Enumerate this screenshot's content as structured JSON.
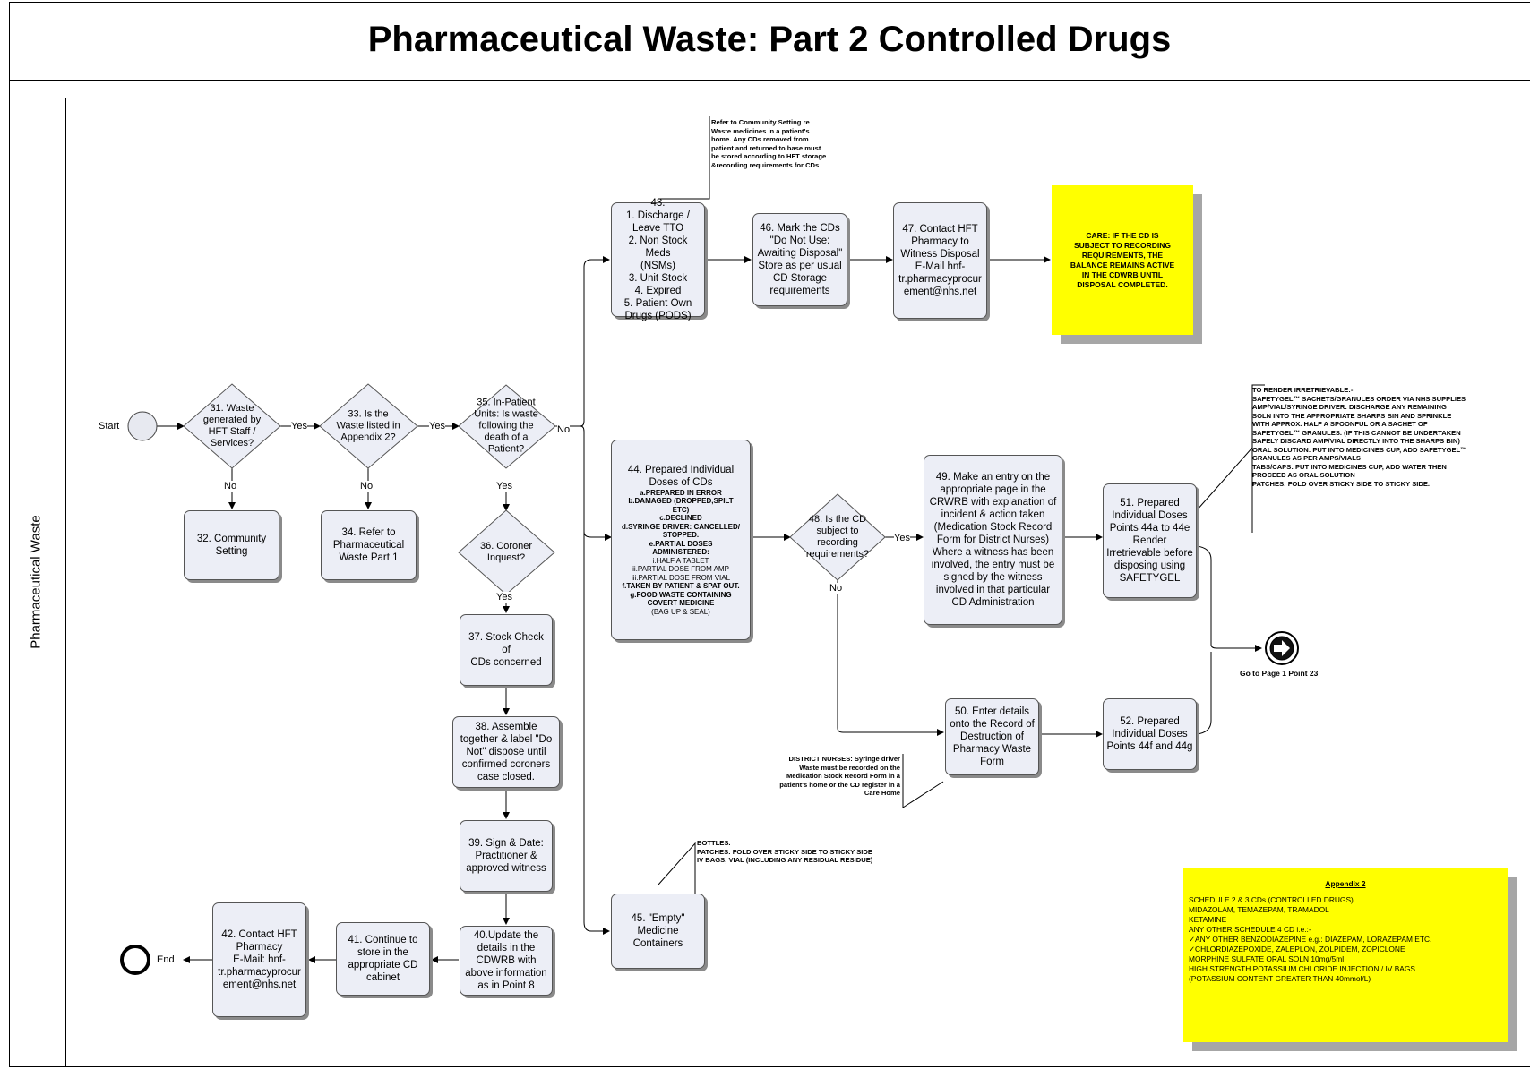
{
  "title": "Pharmaceutical Waste: Part 2 Controlled Drugs",
  "lane": "Pharmaceutical Waste",
  "start_label": "Start",
  "end_label": "End",
  "nodes": {
    "n31": "31. Waste\ngenerated by\nHFT Staff /\nServices?",
    "n32": "32. Community\nSetting",
    "n33": "33. Is the\nWaste listed in\nAppendix 2?",
    "n34": "34. Refer to\nPharmaceutical\nWaste Part 1",
    "n35": "35. In-Patient\nUnits: Is waste\nfollowing the\ndeath of a\nPatient?",
    "n36": "36. Coroner\nInquest?",
    "n37": "37. Stock Check of\nCDs concerned",
    "n38": "38. Assemble\ntogether & label \"Do\nNot\" dispose until\nconfirmed coroners\ncase closed.",
    "n39": "39. Sign & Date:\nPractitioner &\napproved witness",
    "n40": "40.Update the\ndetails in the\nCDWRB with\nabove information\nas in Point 8",
    "n41": "41. Continue to\nstore in the\nappropriate CD\ncabinet",
    "n42": "42. Contact HFT\nPharmacy\nE-Mail: hnf-\ntr.pharmacyprocur\nement@nhs.net",
    "n43": "43.\n1. Discharge /\nLeave TTO\n2. Non Stock Meds\n(NSMs)\n3. Unit Stock\n4. Expired\n5. Patient Own\nDrugs (PODS)",
    "n44_title": "44. Prepared Individual\nDoses of CDs",
    "n44_items": [
      "a.PREPARED IN ERROR",
      "b.DAMAGED (DROPPED,SPILT\nETC)",
      "c.DECLINED",
      "d.SYRINGE DRIVER: CANCELLED/\nSTOPPED.",
      "e.PARTIAL DOSES\nADMINISTERED:",
      "i.HALF A TABLET",
      "ii.PARTIAL DOSE FROM AMP",
      "iii.PARTIAL DOSE FROM VIAL",
      "f.TAKEN BY PATIENT & SPAT OUT.",
      "g.FOOD WASTE CONTAINING\nCOVERT MEDICINE",
      "(BAG UP & SEAL)"
    ],
    "n45": "45. \"Empty\"\nMedicine\nContainers",
    "n46": "46. Mark the CDs\n\"Do Not Use:\nAwaiting Disposal\"\nStore as per usual\nCD Storage\nrequirements",
    "n47": "47. Contact HFT\nPharmacy to\nWitness Disposal\nE-Mail hnf-\ntr.pharmacyprocur\nement@nhs.net",
    "n48": "48. Is the CD\nsubject to\nrecording\nrequirements?",
    "n49": "49. Make an entry on the\nappropriate page in the\nCRWRB with explanation of\nincident & action taken\n(Medication Stock Record\nForm for District Nurses)\nWhere a witness has been\ninvolved, the entry must be\nsigned by the witness\ninvolved in that particular\nCD Administration",
    "n50": "50. Enter details\nonto the Record of\nDestruction of\nPharmacy Waste\nForm",
    "n51": "51. Prepared\nIndividual Doses\nPoints 44a to 44e\nRender\nIrretrievable before\ndisposing using\nSAFETYGEL",
    "n52": "52. Prepared\nIndividual Doses\nPoints 44f and 44g"
  },
  "edge_labels": {
    "yes": "Yes",
    "no": "No"
  },
  "goto_label": "Go to Page 1 Point 23",
  "care_note": "CARE: IF THE CD IS\nSUBJECT TO RECORDING\nREQUIREMENTS,  THE\nBALANCE REMAINS ACTIVE\nIN THE CDWRB UNTIL\nDISPOSAL COMPLETED.",
  "community_note": "Refer to Community Setting re\nWaste medicines in a patient's\nhome. Any CDs removed from\npatient and returned to base must\nbe stored according to HFT storage\n&recording requirements for CDs",
  "district_note": "DISTRICT NURSES: Syringe driver\nWaste must be recorded on the\nMedication Stock Record Form in a\npatient's home or the CD register in a\nCare Home",
  "bottles_note": "BOTTLES.\nPATCHES: FOLD OVER STICKY SIDE TO STICKY SIDE\nIV BAGS, VIAL (INCLUDING ANY RESIDUAL RESIDUE)",
  "irretrievable_note": [
    "TO RENDER IRRETRIEVABLE:-",
    "SAFETYGEL™ SACHETS/GRANULES ORDER VIA NHS SUPPLIES",
    "AMP/VIAL/SYRINGE DRIVER: DISCHARGE ANY REMAINING SOLN INTO THE APPROPRIATE SHARPS BIN AND SPRINKLE WITH APPROX. HALF A SPOONFUL OR A SACHET OF SAFETYGEL™ GRANULES. (IF THIS CANNOT BE UNDERTAKEN SAFELY DISCARD AMP/VIAL DIRECTLY INTO THE SHARPS BIN)",
    "ORAL SOLUTION: PUT INTO MEDICINES CUP, ADD SAFETYGEL™ GRANULES AS PER AMPS/VIALS",
    "TABS/CAPS: PUT INTO MEDICINES CUP, ADD WATER THEN PROCEED AS ORAL SOLUTION",
    "PATCHES: FOLD OVER STICKY SIDE TO STICKY SIDE."
  ],
  "appendix": {
    "title": "Appendix 2",
    "lines": [
      "SCHEDULE 2 & 3 CDs (CONTROLLED DRUGS)",
      "MIDAZOLAM, TEMAZEPAM, TRAMADOL",
      "KETAMINE",
      "ANY OTHER SCHEDULE 4 CD i.e.:-",
      "✓ANY OTHER BENZODIAZEPINE e.g.: DIAZEPAM, LORAZEPAM ETC.",
      "✓CHLORDIAZEPOXIDE, ZALEPLON, ZOLPIDEM, ZOPICLONE",
      "MORPHINE SULFATE ORAL SOLN 10mg/5ml",
      "HIGH STRENGTH POTASSIUM CHLORIDE INJECTION / IV BAGS",
      "(POTASSIUM CONTENT GREATER THAN 40mmol/L)"
    ]
  }
}
